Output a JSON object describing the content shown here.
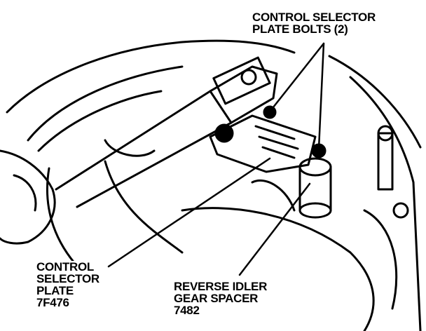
{
  "labels": {
    "bolts": {
      "line1": "CONTROL SELECTOR",
      "line2": "PLATE BOLTS (2)"
    },
    "plate": {
      "line1": "CONTROL",
      "line2": "SELECTOR",
      "line3": "PLATE",
      "part": "7F476"
    },
    "spacer": {
      "line1": "REVERSE IDLER",
      "line2": "GEAR SPACER",
      "part": "7482"
    }
  },
  "colors": {
    "ink": "#000000",
    "paper": "#ffffff"
  }
}
